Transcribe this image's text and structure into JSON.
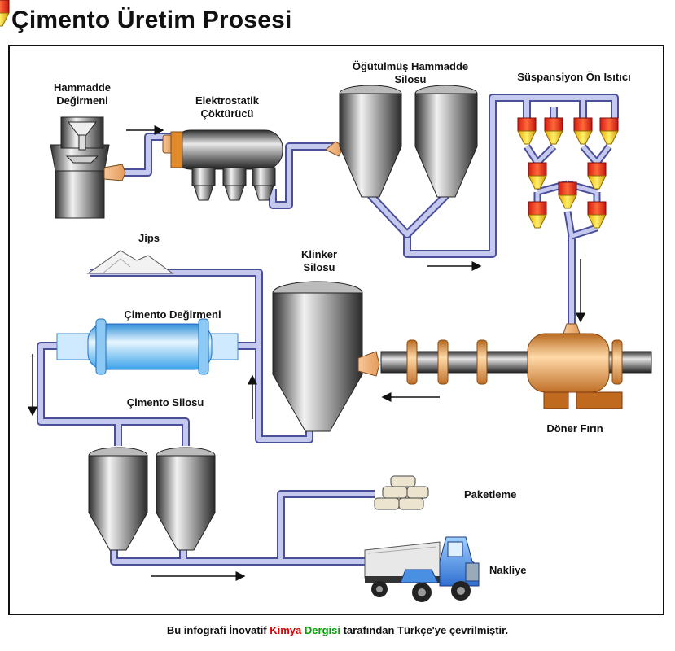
{
  "title": "Çimento Üretim Prosesi",
  "labels": {
    "hammadde_degirmeni": [
      "Hammadde",
      "Değirmeni"
    ],
    "elektrostatik": [
      "Elektrostatik",
      "Çöktürücü"
    ],
    "ogutulmus": [
      "Öğütülmüş Hammadde",
      "Silosu"
    ],
    "suspansiyon": "Süspansiyon Ön Isıtıcı",
    "jips": "Jips",
    "klinker": [
      "Klinker",
      "Silosu"
    ],
    "cimento_degirmeni": "Çimento Değirmeni",
    "cimento_silosu": "Çimento Silosu",
    "doner_firin": "Döner Fırın",
    "paketleme": "Paketleme",
    "nakliye": "Nakliye"
  },
  "credit": {
    "part1": "Bu infografi İnovatif ",
    "kimya": "Kimya",
    "dergisi": "Dergisi",
    "part2": " tarafından Türkçe'ye çevrilmiştir."
  },
  "colors": {
    "pipe": "#b9bce6",
    "pipe_edge": "#4a4f9a",
    "silo_metal": "#6a6a6a",
    "kiln_orange": "#d98a3a",
    "mill_blue": "#5ab8f0",
    "preheater_red": "#e8231c",
    "preheater_yellow": "#ffd21a",
    "kimya_red": "#e00000",
    "dergisi_green": "#00a000"
  },
  "icons": [
    "raw-mill-icon",
    "electrostatic-precipitator-icon",
    "raw-silo-icon",
    "preheater-cyclone-icon",
    "gypsum-pile-icon",
    "clinker-silo-icon",
    "cement-mill-icon",
    "rotary-kiln-icon",
    "cement-silo-icon",
    "cement-bags-icon",
    "truck-icon",
    "flow-arrow-icon"
  ]
}
